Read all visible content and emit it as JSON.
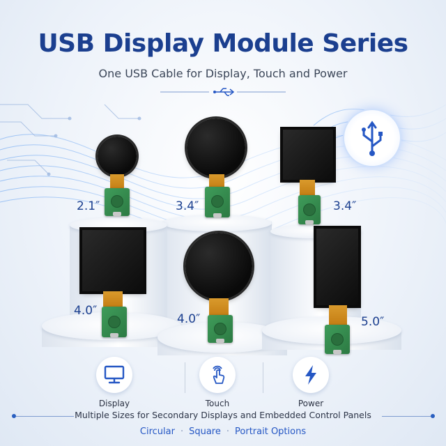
{
  "header": {
    "title": "USB Display Module Series",
    "subtitle": "One USB Cable for Display, Touch and Power"
  },
  "modules": [
    {
      "size": "2.1″",
      "shape": "circular"
    },
    {
      "size": "3.4″",
      "shape": "circular"
    },
    {
      "size": "3.4″",
      "shape": "square"
    },
    {
      "size": "4.0″",
      "shape": "square"
    },
    {
      "size": "4.0″",
      "shape": "circular"
    },
    {
      "size": "5.0″",
      "shape": "portrait"
    }
  ],
  "features": [
    {
      "label": "Display",
      "icon": "monitor-icon"
    },
    {
      "label": "Touch",
      "icon": "touch-icon"
    },
    {
      "label": "Power",
      "icon": "lightning-icon"
    }
  ],
  "footer": {
    "tagline": "Multiple Sizes for Secondary Displays and Embedded Control Panels",
    "options": [
      "Circular",
      "Square",
      "Portrait Options"
    ]
  },
  "colors": {
    "brand": "#1b3f8f",
    "accent": "#2557c4",
    "pcb": "#3f9c5a",
    "flex": "#d99a2c"
  }
}
